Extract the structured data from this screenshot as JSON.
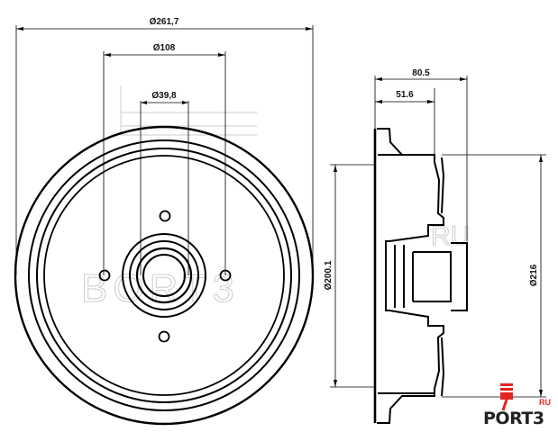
{
  "drawing": {
    "front_view": {
      "outer_diameter": "Ø261,7",
      "bolt_circle_diameter": "Ø108",
      "center_bore_diameter": "Ø39,8"
    },
    "side_view": {
      "total_height": "80.5",
      "inner_depth": "51.6",
      "brake_diameter": "Ø200.1",
      "outer_drum_diameter": "Ø216"
    }
  },
  "logo": {
    "main": "PORT3",
    "suffix": "RU",
    "accent_color": "#e52421"
  }
}
